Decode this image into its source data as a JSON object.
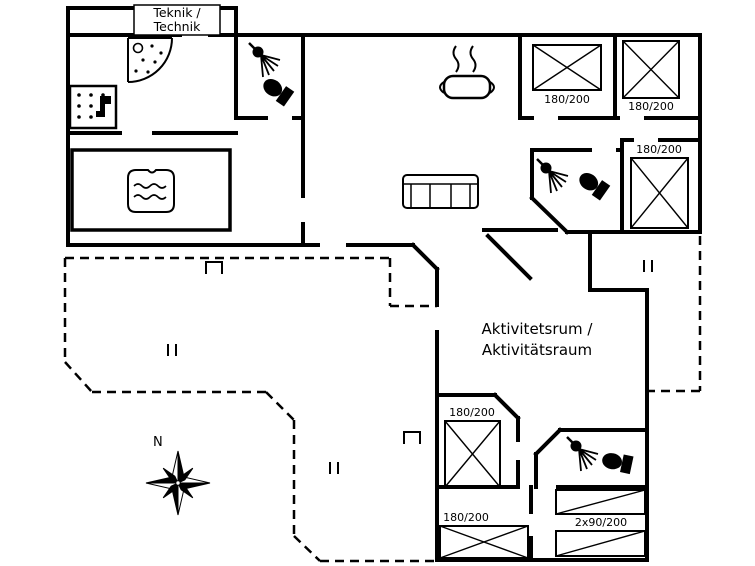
{
  "plan": {
    "background_color": "#ffffff",
    "line_color": "#000000",
    "labels": {
      "teknik_line1": "Teknik /",
      "teknik_line2": "Technik",
      "activity_line1": "Aktivitetsrum /",
      "activity_line2": "Aktivitätsraum",
      "compass_north": "N"
    },
    "bed_sizes": {
      "bedroom_top_center": "180/200",
      "bedroom_top_right": "180/200",
      "bedroom_right": "180/200",
      "bedroom_bottom_middle": "180/200",
      "bedroom_bottom_left": "180/200",
      "bedroom_bottom_right": "2x90/200"
    },
    "icons": {
      "corner-shower-icon": "quarter-circle shower tray with spray dots",
      "sauna-icon": "square cabin with dot pattern and bench figure",
      "spa-bath-icon": "large platform with whirlpool tub and water waves",
      "shower-icon": "shower head with fan of spray lines",
      "toilet-icon": "toilet seen from above, filled black",
      "stove-pot-icon": "cooking pot with rising steam",
      "sofa-icon": "three-seat sofa seen from above",
      "bed-icon": "bed rectangle with crossed diagonals",
      "compass-rose-icon": "eight-point compass star",
      "post-icon": "small open rectangle roof post",
      "step-marks-icon": "pair of short parallel ticks"
    }
  }
}
